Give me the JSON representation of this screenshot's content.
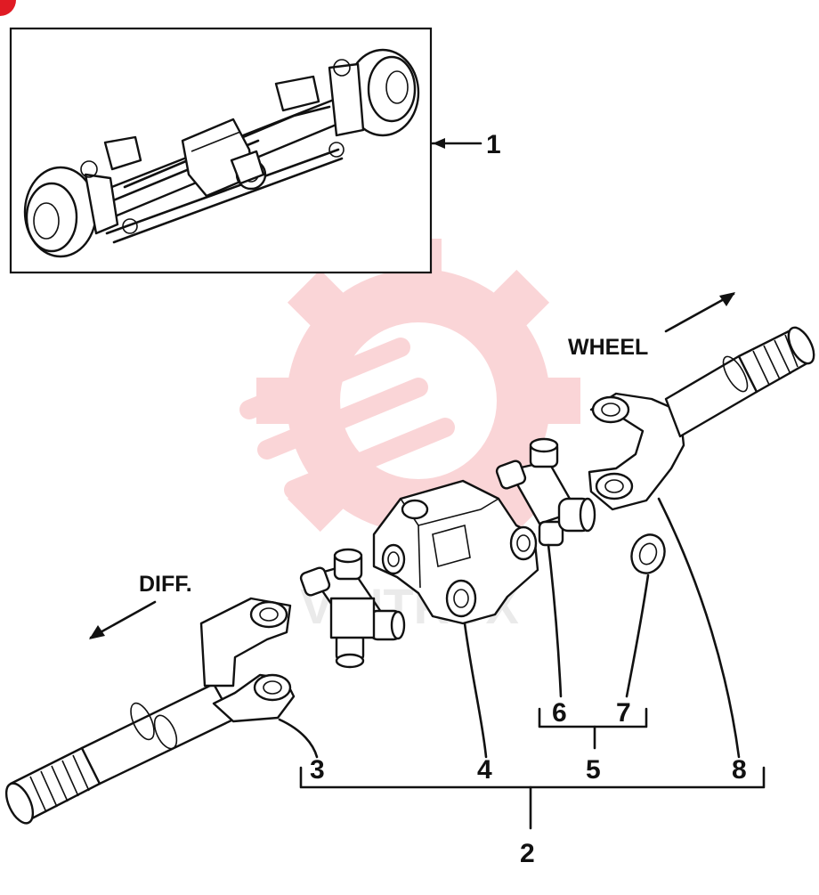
{
  "diagram": {
    "direction_labels": {
      "wheel": "WHEEL",
      "diff": "DIFF."
    },
    "watermark_text": "VINTRUX",
    "callouts": {
      "c1": "1",
      "c2": "2",
      "c3": "3",
      "c4": "4",
      "c5": "5",
      "c6": "6",
      "c7": "7",
      "c8": "8"
    },
    "colors": {
      "line": "#111111",
      "watermark": "#e8323c",
      "badge": "#e01b24"
    }
  }
}
